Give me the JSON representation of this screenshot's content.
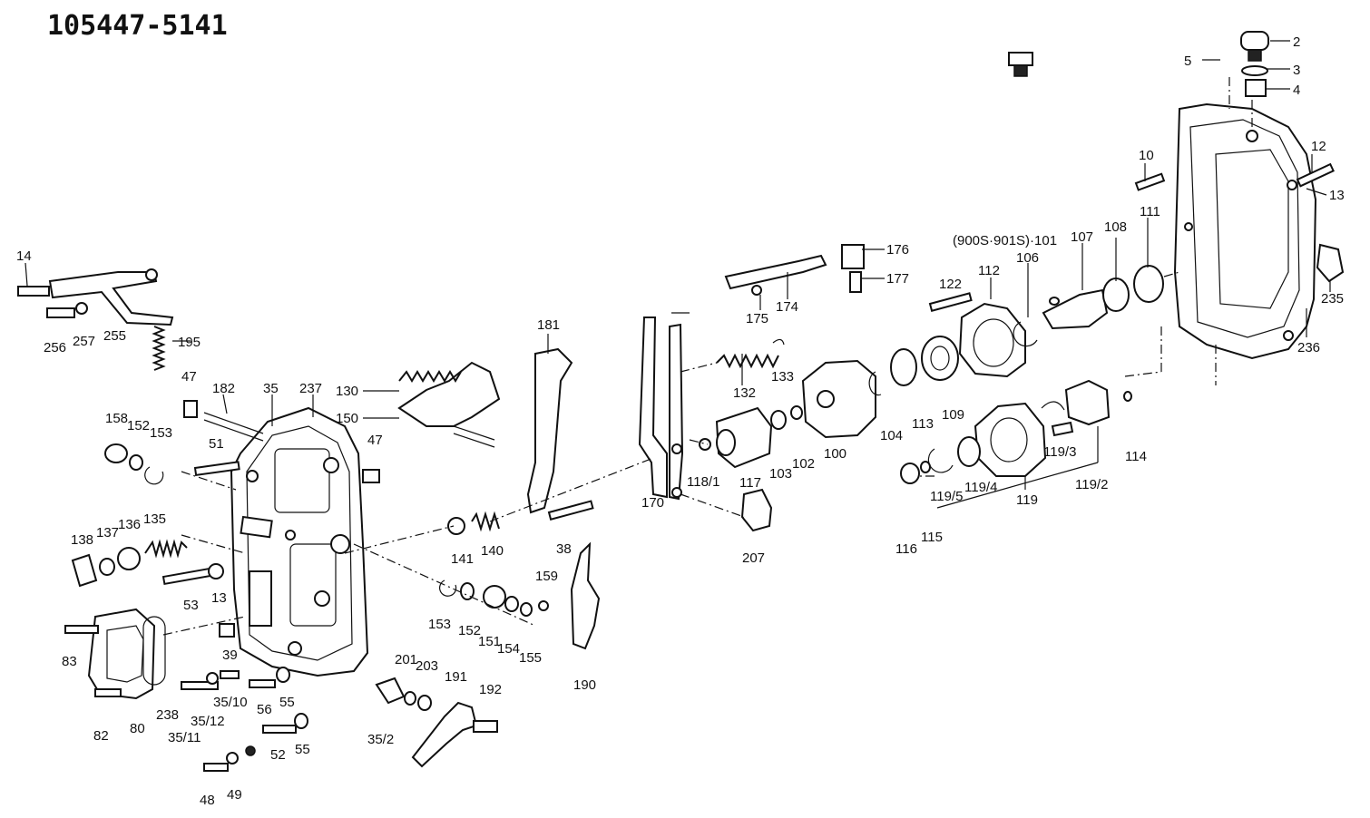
{
  "header": {
    "part_number": "105447-5141"
  },
  "labels": [
    {
      "id": "p2",
      "text": "2"
    },
    {
      "id": "p3",
      "text": "3"
    },
    {
      "id": "p4",
      "text": "4"
    },
    {
      "id": "p5",
      "text": "5"
    },
    {
      "id": "p10",
      "text": "10"
    },
    {
      "id": "p12",
      "text": "12"
    },
    {
      "id": "p13a",
      "text": "13"
    },
    {
      "id": "p13b",
      "text": "13"
    },
    {
      "id": "p14",
      "text": "14"
    },
    {
      "id": "p35",
      "text": "35"
    },
    {
      "id": "p35_2",
      "text": "35/2"
    },
    {
      "id": "p35_10",
      "text": "35/10"
    },
    {
      "id": "p35_11",
      "text": "35/11"
    },
    {
      "id": "p35_12",
      "text": "35/12"
    },
    {
      "id": "p38",
      "text": "38"
    },
    {
      "id": "p39",
      "text": "39"
    },
    {
      "id": "p47a",
      "text": "47"
    },
    {
      "id": "p47b",
      "text": "47"
    },
    {
      "id": "p48",
      "text": "48"
    },
    {
      "id": "p49",
      "text": "49"
    },
    {
      "id": "p51",
      "text": "51"
    },
    {
      "id": "p52",
      "text": "52"
    },
    {
      "id": "p53",
      "text": "53"
    },
    {
      "id": "p55a",
      "text": "55"
    },
    {
      "id": "p55b",
      "text": "55"
    },
    {
      "id": "p56",
      "text": "56"
    },
    {
      "id": "p80",
      "text": "80"
    },
    {
      "id": "p82",
      "text": "82"
    },
    {
      "id": "p83",
      "text": "83"
    },
    {
      "id": "p100",
      "text": "100"
    },
    {
      "id": "p101",
      "text": "(900S·901S)·101"
    },
    {
      "id": "p102",
      "text": "102"
    },
    {
      "id": "p103",
      "text": "103"
    },
    {
      "id": "p104",
      "text": "104"
    },
    {
      "id": "p106",
      "text": "106"
    },
    {
      "id": "p107",
      "text": "107"
    },
    {
      "id": "p108",
      "text": "108"
    },
    {
      "id": "p109",
      "text": "109"
    },
    {
      "id": "p111",
      "text": "111"
    },
    {
      "id": "p112",
      "text": "112"
    },
    {
      "id": "p113",
      "text": "113"
    },
    {
      "id": "p114",
      "text": "114"
    },
    {
      "id": "p115",
      "text": "115"
    },
    {
      "id": "p116",
      "text": "116"
    },
    {
      "id": "p117",
      "text": "117"
    },
    {
      "id": "p118_1",
      "text": "118/1"
    },
    {
      "id": "p119",
      "text": "119"
    },
    {
      "id": "p119_2",
      "text": "119/2"
    },
    {
      "id": "p119_3",
      "text": "119/3"
    },
    {
      "id": "p119_4",
      "text": "119/4"
    },
    {
      "id": "p119_5",
      "text": "119/5"
    },
    {
      "id": "p122",
      "text": "122"
    },
    {
      "id": "p130",
      "text": "130"
    },
    {
      "id": "p132",
      "text": "132"
    },
    {
      "id": "p133",
      "text": "133"
    },
    {
      "id": "p135",
      "text": "135"
    },
    {
      "id": "p136",
      "text": "136"
    },
    {
      "id": "p137",
      "text": "137"
    },
    {
      "id": "p138",
      "text": "138"
    },
    {
      "id": "p140",
      "text": "140"
    },
    {
      "id": "p141",
      "text": "141"
    },
    {
      "id": "p150",
      "text": "150"
    },
    {
      "id": "p151",
      "text": "151"
    },
    {
      "id": "p152a",
      "text": "152"
    },
    {
      "id": "p152b",
      "text": "152"
    },
    {
      "id": "p153a",
      "text": "153"
    },
    {
      "id": "p153b",
      "text": "153"
    },
    {
      "id": "p154",
      "text": "154"
    },
    {
      "id": "p155",
      "text": "155"
    },
    {
      "id": "p158",
      "text": "158"
    },
    {
      "id": "p159",
      "text": "159"
    },
    {
      "id": "p170",
      "text": "170"
    },
    {
      "id": "p174",
      "text": "174"
    },
    {
      "id": "p175",
      "text": "175"
    },
    {
      "id": "p176",
      "text": "176"
    },
    {
      "id": "p177",
      "text": "177"
    },
    {
      "id": "p181",
      "text": "181"
    },
    {
      "id": "p182",
      "text": "182"
    },
    {
      "id": "p190",
      "text": "190"
    },
    {
      "id": "p191",
      "text": "191"
    },
    {
      "id": "p192",
      "text": "192"
    },
    {
      "id": "p195",
      "text": "195"
    },
    {
      "id": "p201",
      "text": "201"
    },
    {
      "id": "p203",
      "text": "203"
    },
    {
      "id": "p207",
      "text": "207"
    },
    {
      "id": "p235",
      "text": "235"
    },
    {
      "id": "p236",
      "text": "236"
    },
    {
      "id": "p237",
      "text": "237"
    },
    {
      "id": "p238",
      "text": "238"
    },
    {
      "id": "p255",
      "text": "255"
    },
    {
      "id": "p256",
      "text": "256"
    },
    {
      "id": "p257",
      "text": "257"
    }
  ]
}
